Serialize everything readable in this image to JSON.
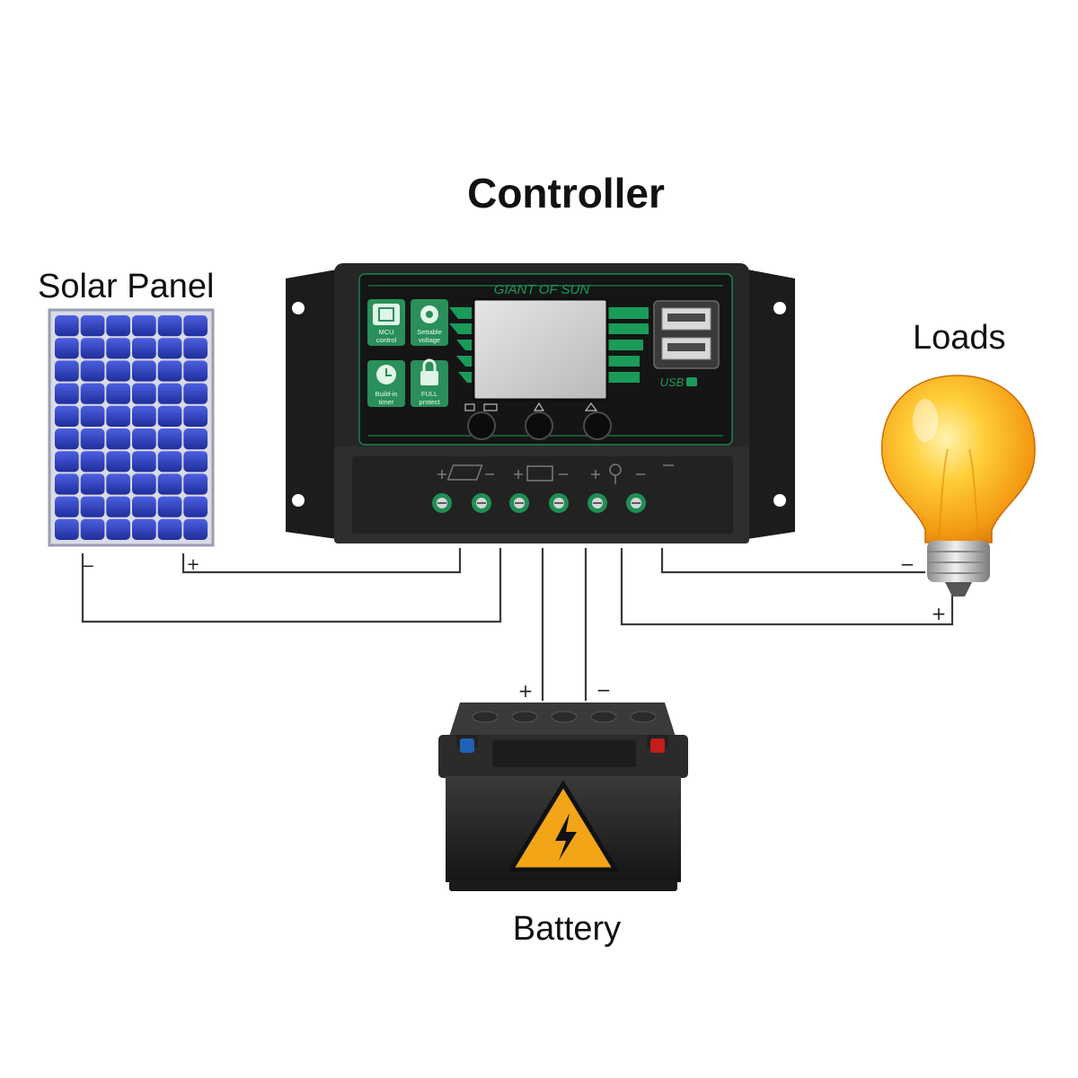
{
  "labels": {
    "controller": "Controller",
    "solar_panel": "Solar Panel",
    "loads": "Loads",
    "battery": "Battery"
  },
  "controller": {
    "brand": "GIANT OF SUN",
    "features": [
      {
        "icon": "chip-icon",
        "label": "MCU control"
      },
      {
        "icon": "gear-icon",
        "label": "Settable voltage"
      },
      {
        "icon": "clock-icon",
        "label": "Build-in timer"
      },
      {
        "icon": "lock-icon",
        "label": "FULL protect"
      }
    ],
    "usb_label": "USB",
    "terminal_groups": [
      "solar",
      "battery",
      "load"
    ]
  },
  "wire_signs": {
    "solar_minus": "−",
    "solar_plus": "+",
    "battery_plus": "+",
    "battery_minus": "−",
    "load_minus": "−",
    "load_plus": "+"
  },
  "colors": {
    "panel_cell": "#2d3fb5",
    "controller_body": "#2a2a2a",
    "accent_green": "#1a9b5a",
    "bulb": "#f7a81b",
    "battery_body": "#2b2b2b",
    "warning": "#f2a516"
  }
}
